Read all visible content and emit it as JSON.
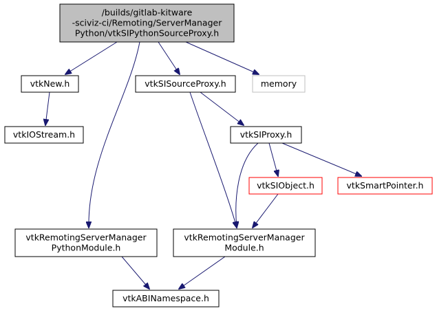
{
  "colors": {
    "edge": "#191970",
    "normal_border": "#000000",
    "missing_border": "#ff0000",
    "external_border": "#bfbfbf",
    "root_fill": "#bfbfbf",
    "fill": "#ffffff",
    "text": "#000000"
  },
  "nodes": [
    {
      "id": "root",
      "kind": "root",
      "lines": [
        "/builds/gitlab-kitware",
        "-sciviz-ci/Remoting/ServerManager",
        "Python/vtkSIPythonSourceProxy.h"
      ]
    },
    {
      "id": "vtkNew",
      "kind": "normal",
      "lines": [
        "vtkNew.h"
      ]
    },
    {
      "id": "vtkSISourceProxy",
      "kind": "normal",
      "lines": [
        "vtkSISourceProxy.h"
      ]
    },
    {
      "id": "memory",
      "kind": "external",
      "lines": [
        "memory"
      ]
    },
    {
      "id": "vtkIOStream",
      "kind": "normal",
      "lines": [
        "vtkIOStream.h"
      ]
    },
    {
      "id": "vtkSIProxy",
      "kind": "normal",
      "lines": [
        "vtkSIProxy.h"
      ]
    },
    {
      "id": "vtkSIObject",
      "kind": "missing",
      "lines": [
        "vtkSIObject.h"
      ]
    },
    {
      "id": "vtkSmartPointer",
      "kind": "missing",
      "lines": [
        "vtkSmartPointer.h"
      ]
    },
    {
      "id": "pyModule",
      "kind": "normal",
      "lines": [
        "vtkRemotingServerManager",
        "PythonModule.h"
      ]
    },
    {
      "id": "smModule",
      "kind": "normal",
      "lines": [
        "vtkRemotingServerManager",
        "Module.h"
      ]
    },
    {
      "id": "abi",
      "kind": "normal",
      "lines": [
        "vtkABINamespace.h"
      ]
    }
  ],
  "edges": [
    {
      "from": "root",
      "to": "vtkNew"
    },
    {
      "from": "root",
      "to": "pyModule"
    },
    {
      "from": "root",
      "to": "vtkSISourceProxy"
    },
    {
      "from": "root",
      "to": "memory"
    },
    {
      "from": "vtkNew",
      "to": "vtkIOStream"
    },
    {
      "from": "vtkSISourceProxy",
      "to": "vtkSIProxy"
    },
    {
      "from": "vtkSISourceProxy",
      "to": "smModule"
    },
    {
      "from": "vtkSIProxy",
      "to": "vtkSIObject"
    },
    {
      "from": "vtkSIProxy",
      "to": "vtkSmartPointer"
    },
    {
      "from": "vtkSIProxy",
      "to": "smModule"
    },
    {
      "from": "vtkSIObject",
      "to": "smModule"
    },
    {
      "from": "pyModule",
      "to": "abi"
    },
    {
      "from": "smModule",
      "to": "abi"
    }
  ]
}
